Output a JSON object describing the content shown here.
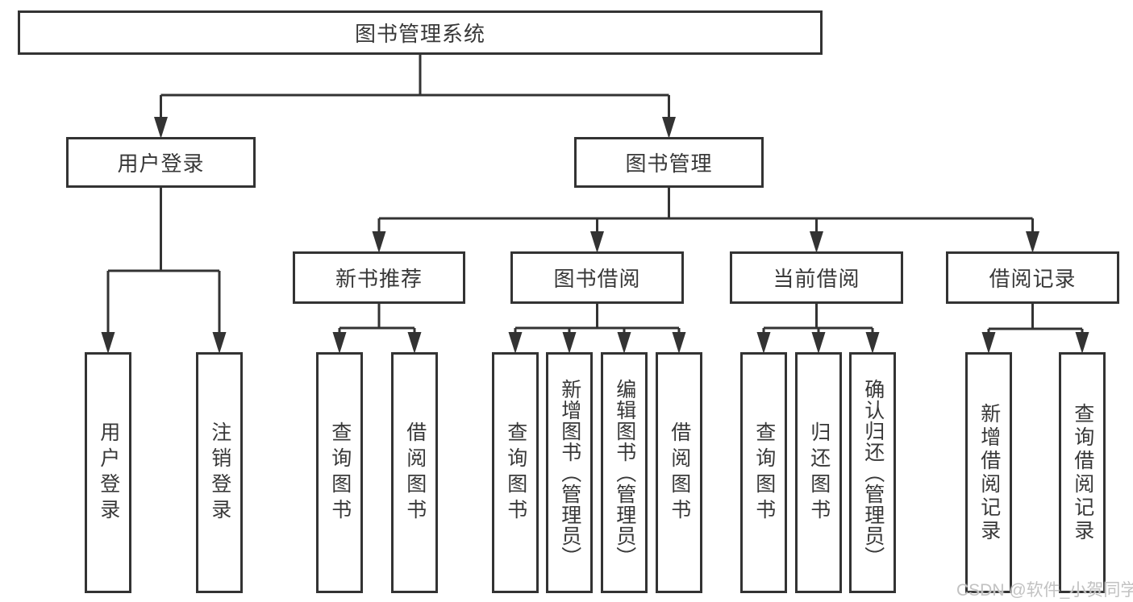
{
  "tree": {
    "root": "图书管理系统",
    "branches": [
      {
        "label": "用户登录",
        "children": [
          "用户登录",
          "注销登录"
        ]
      },
      {
        "label": "图书管理",
        "sections": [
          {
            "label": "新书推荐",
            "children": [
              "查询图书",
              "借阅图书"
            ]
          },
          {
            "label": "图书借阅",
            "children": [
              "查询图书",
              "新增图书（管理员）",
              "编辑图书（管理员）",
              "借阅图书"
            ]
          },
          {
            "label": "当前借阅",
            "children": [
              "查询图书",
              "归还图书",
              "确认归还（管理员）"
            ]
          },
          {
            "label": "借阅记录",
            "children": [
              "新增借阅记录",
              "查询借阅记录"
            ]
          }
        ]
      }
    ]
  },
  "watermark": "CSDN @软件_小贺同学",
  "colors": {
    "line": "#333333",
    "text": "#383838",
    "box_bg": "#ffffff",
    "background": "#ffffff",
    "watermark": "#c2c2c2"
  }
}
